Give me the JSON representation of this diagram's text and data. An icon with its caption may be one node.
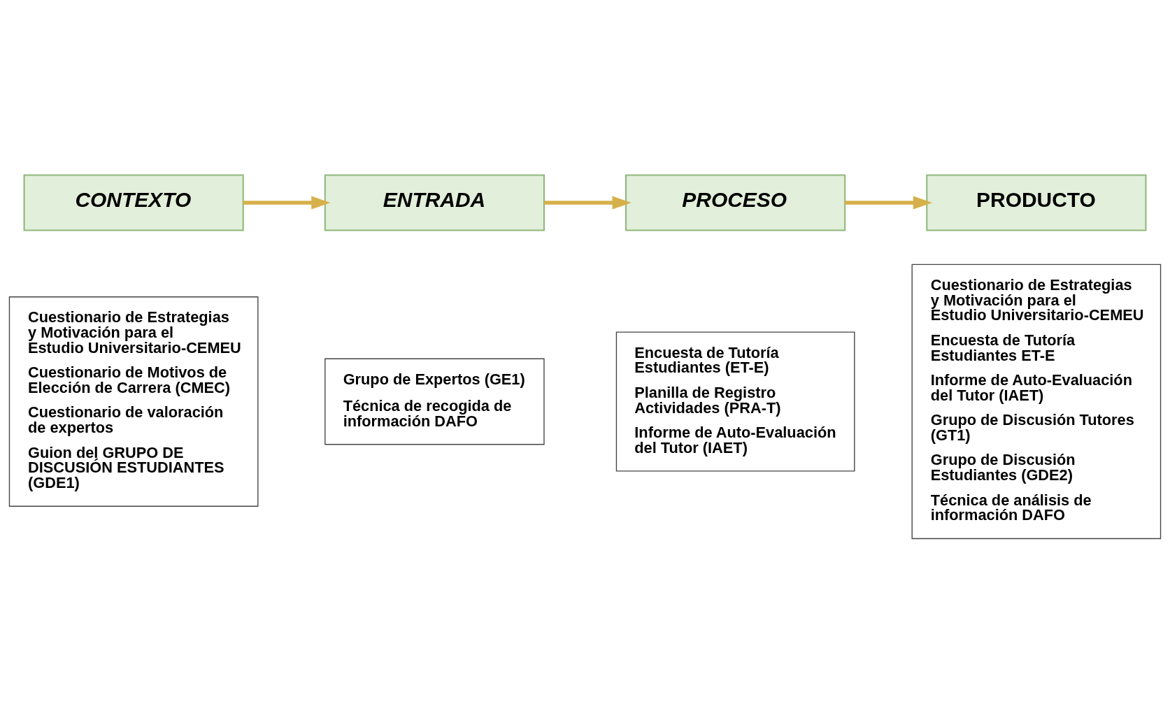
{
  "diagram": {
    "nodes": [
      {
        "text": [
          "CONTEXTO"
        ]
      },
      {
        "text": [
          "ENTRADA"
        ]
      },
      {
        "text": [
          "PROCESO"
        ]
      },
      {
        "text": [
          "PRODUCTO"
        ]
      },
      {
        "text": [
          "Cuestionario de Estrategias y Motivación para el Estudio Universitario-CEMEU",
          "Cuestionario de Motivos de Elección de Carrera (CMEC)",
          "Cuestionario de valoración de expertos",
          "Guion del GRUPO DE DISCUSIÓN ESTUDIANTES (GDE1)"
        ]
      },
      {
        "text": [
          "Grupo de Expertos (GE1)",
          "Técnica de recogida de información DAFO"
        ]
      },
      {
        "text": [
          "Encuesta de Tutoría Estudiantes (ET-E)",
          "Planilla de Registro Actividades (PRA-T)",
          "Informe de Auto-Evaluación del Tutor (IAET)"
        ]
      },
      {
        "text": [
          "Cuestionario de Estrategias y Motivación para el Estudio Universitario-CEMEU",
          "Encuesta de Tutoría Estudiantes ET-E",
          "Informe de Auto-Evaluación del Tutor (IAET)",
          "Grupo de Discusión Tutores (GT1)",
          "Grupo de Discusión Estudiantes (GDE2)",
          "Técnica de análisis de información DAFO"
        ]
      }
    ],
    "edges": [
      {
        "from": 0,
        "to": 1,
        "arrow": "to"
      },
      {
        "from": 1,
        "to": 2,
        "arrow": "to"
      },
      {
        "from": 2,
        "to": 3,
        "arrow": "to"
      }
    ]
  }
}
